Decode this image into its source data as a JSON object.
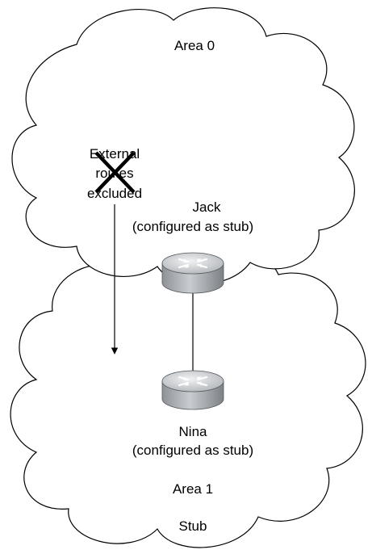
{
  "area0": {
    "label": "Area 0",
    "external_routes_note": [
      "External",
      "routes",
      "excluded"
    ]
  },
  "jack": {
    "name": "Jack",
    "config": "(configured as stub)"
  },
  "nina": {
    "name": "Nina",
    "config": "(configured as stub)"
  },
  "area1": {
    "label": "Area 1",
    "type": "Stub"
  },
  "colors": {
    "outline": "#000000",
    "router_body": "#b8bcc0",
    "router_top": "#d9dcdf",
    "cross": "#000000"
  },
  "icons": {
    "router": "router-icon",
    "cross": "cross-icon",
    "arrow": "arrow-icon"
  }
}
